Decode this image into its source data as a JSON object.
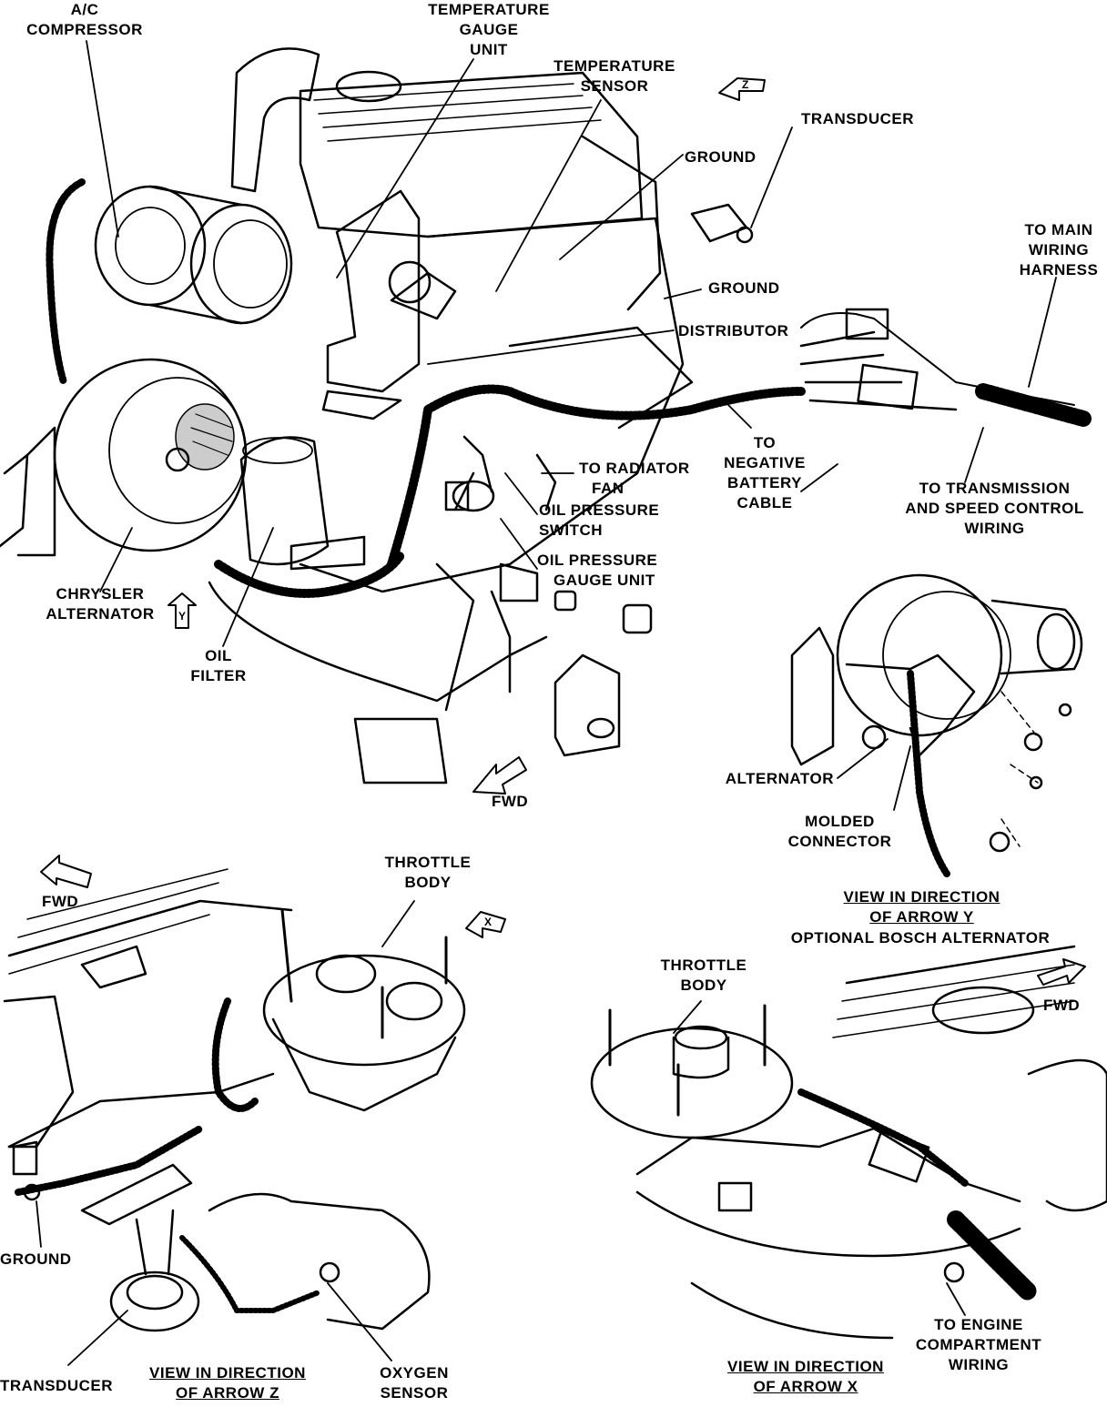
{
  "diagram": {
    "main_view": {
      "labels": {
        "ac_compressor": [
          "A/C",
          "COMPRESSOR"
        ],
        "temperature_gauge_unit": [
          "TEMPERATURE",
          "GAUGE",
          "UNIT"
        ],
        "temperature_sensor": [
          "TEMPERATURE",
          "SENSOR"
        ],
        "transducer": "TRANSDUCER",
        "ground_upper": "GROUND",
        "ground_lower": "GROUND",
        "to_main_wiring_harness": [
          "TO MAIN",
          "WIRING",
          "HARNESS"
        ],
        "distributor": "DISTRIBUTOR",
        "to_negative_battery_cable": [
          "TO",
          "NEGATIVE",
          "BATTERY",
          "CABLE"
        ],
        "to_radiator_fan": [
          "TO RADIATOR",
          "FAN"
        ],
        "oil_pressure_switch": [
          "OIL PRESSURE",
          "SWITCH"
        ],
        "oil_pressure_gauge_unit": [
          "OIL PRESSURE",
          "GAUGE UNIT"
        ],
        "to_transmission": [
          "TO TRANSMISSION",
          "AND SPEED CONTROL",
          "WIRING"
        ],
        "chrysler_alternator": [
          "CHRYSLER",
          "ALTERNATOR"
        ],
        "oil_filter": [
          "OIL",
          "FILTER"
        ],
        "fwd": "FWD",
        "arrow_y": "Y",
        "arrow_z": "Z"
      }
    },
    "view_y": {
      "alternator": "ALTERNATOR",
      "molded_connector": [
        "MOLDED",
        "CONNECTOR"
      ],
      "caption": [
        "VIEW IN DIRECTION",
        "OF ARROW Y"
      ],
      "subcaption": "OPTIONAL BOSCH ALTERNATOR"
    },
    "view_z": {
      "fwd": "FWD",
      "throttle_body": [
        "THROTTLE",
        "BODY"
      ],
      "ground": "GROUND",
      "transducer": "TRANSDUCER",
      "oxygen_sensor": [
        "OXYGEN",
        "SENSOR"
      ],
      "caption": [
        "VIEW IN DIRECTION",
        "OF ARROW Z"
      ],
      "arrow_x": "X"
    },
    "view_x": {
      "throttle_body": [
        "THROTTLE",
        "BODY"
      ],
      "fwd": "FWD",
      "to_engine_compartment_wiring": [
        "TO ENGINE",
        "COMPARTMENT",
        "WIRING"
      ],
      "caption": [
        "VIEW IN DIRECTION",
        "OF ARROW X"
      ]
    }
  }
}
